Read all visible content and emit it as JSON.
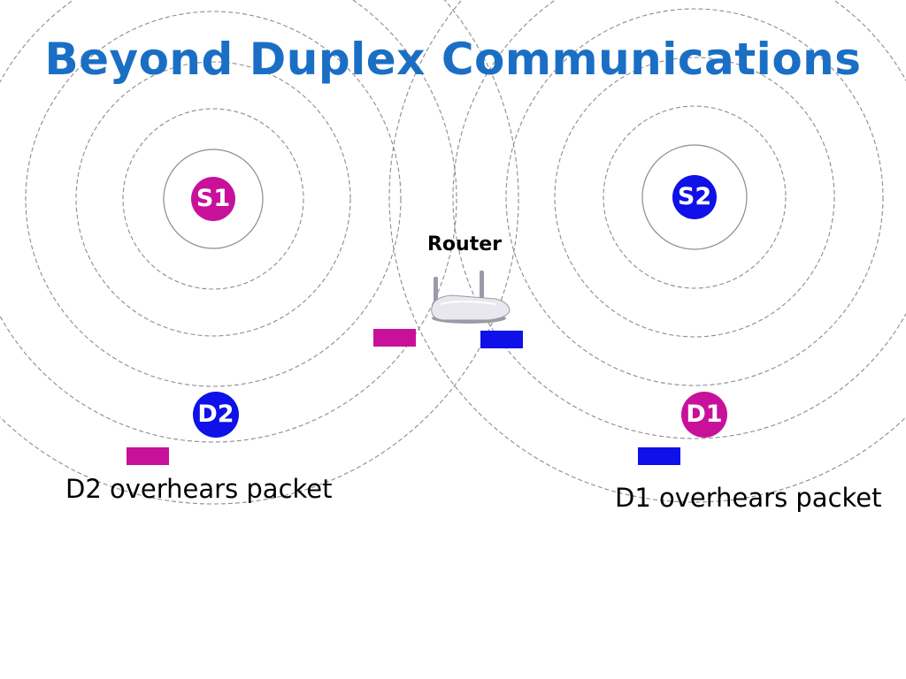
{
  "title": "Beyond Duplex Communications",
  "colors": {
    "title": "#1a6fc4",
    "magenta": "#c8119b",
    "blue": "#1010e8",
    "ring_stroke": "#8c8c8c",
    "router_body": "#e8e8ee",
    "router_shadow": "#9a9aa8"
  },
  "nodes": {
    "s1": {
      "label": "S1",
      "color_key": "magenta"
    },
    "s2": {
      "label": "S2",
      "color_key": "blue"
    },
    "d1": {
      "label": "D1",
      "color_key": "magenta"
    },
    "d2": {
      "label": "D2",
      "color_key": "blue"
    }
  },
  "router": {
    "label": "Router",
    "icon": "wireless-router-icon"
  },
  "packets": [
    {
      "name": "packet-magenta-near-router",
      "color_key": "magenta"
    },
    {
      "name": "packet-blue-near-router",
      "color_key": "blue"
    },
    {
      "name": "packet-magenta-at-d2",
      "color_key": "magenta"
    },
    {
      "name": "packet-blue-at-d1",
      "color_key": "blue"
    }
  ],
  "captions": {
    "d2": "D2 overhears packet",
    "d1": "D1 overhears packet"
  }
}
